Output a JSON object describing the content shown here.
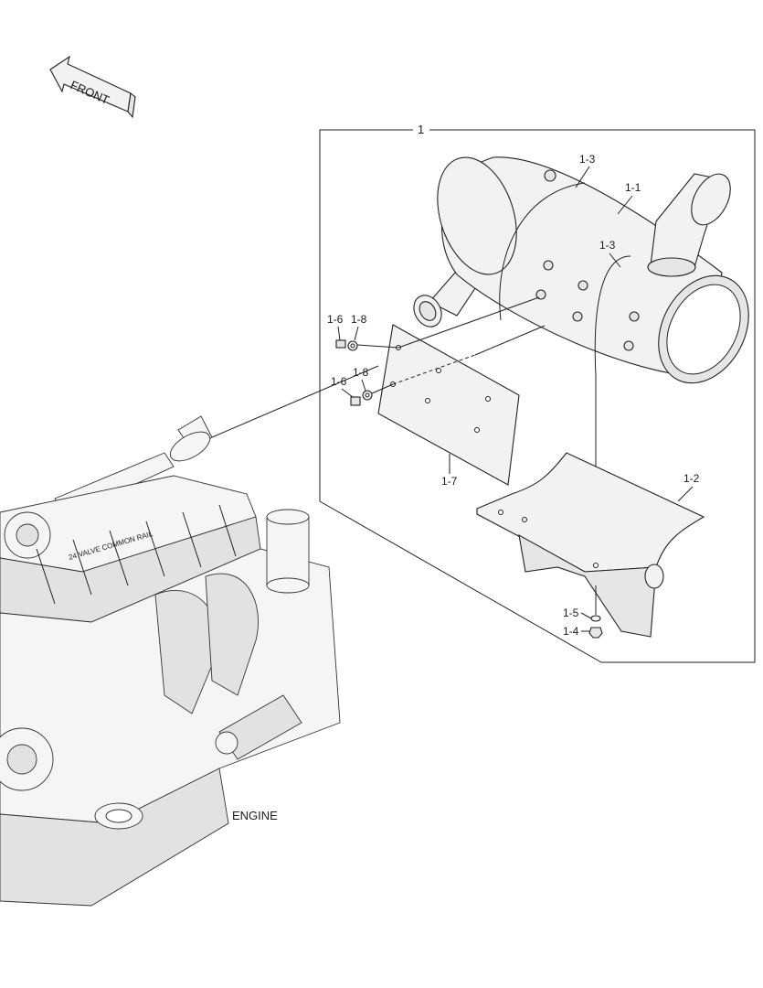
{
  "labels": {
    "front": "FRONT",
    "assembly": "1",
    "muffler": "1-1",
    "bracket": "1-2",
    "band_left": "1-3",
    "band_right": "1-3",
    "nut": "1-4",
    "washer": "1-5",
    "bolt_upper": "1-6",
    "bolt_lower": "1-6",
    "washer_upper": "1-8",
    "washer_lower": "1-8",
    "heat_shield": "1-7",
    "engine": "ENGINE"
  },
  "engine_text": "24 VALVE COMMON RAIL"
}
